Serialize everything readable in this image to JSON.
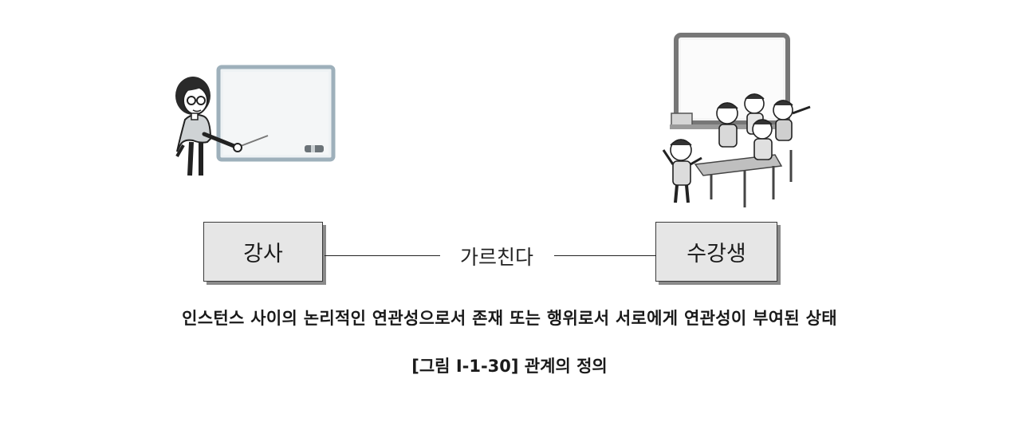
{
  "entities": {
    "left_label": "강사",
    "right_label": "수강생"
  },
  "relationship": {
    "label": "가르친다"
  },
  "definition_text": "인스턴스 사이의 논리적인 연관성으로서 존재 또는 행위로서 서로에게 연관성이 부여된 상태",
  "caption_text": "[그림 Ⅰ-1-30] 관계의 정의",
  "illustrations": {
    "left": "teacher-at-whiteboard",
    "right": "students-in-classroom"
  },
  "colors": {
    "box_fill": "#e6e6e6",
    "box_shadow": "#8a8a8a",
    "line": "#222222"
  }
}
